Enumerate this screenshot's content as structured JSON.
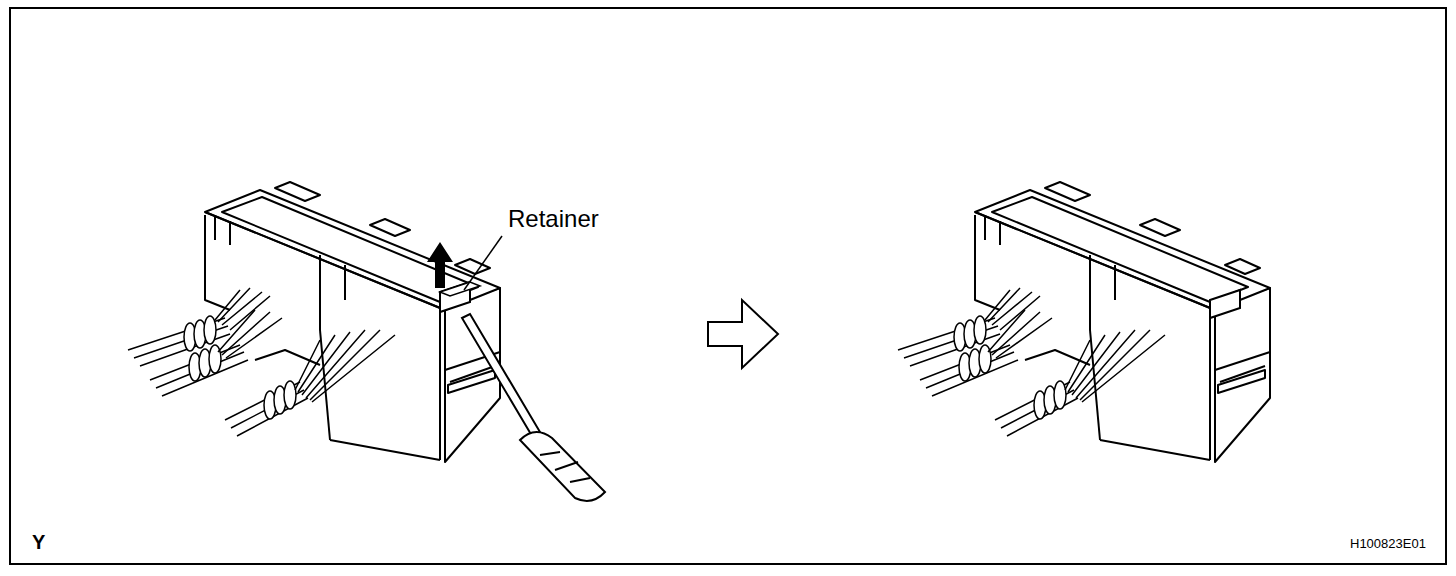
{
  "diagram": {
    "labels": [
      "Retainer",
      "Y",
      "H100823E01"
    ]
  }
}
